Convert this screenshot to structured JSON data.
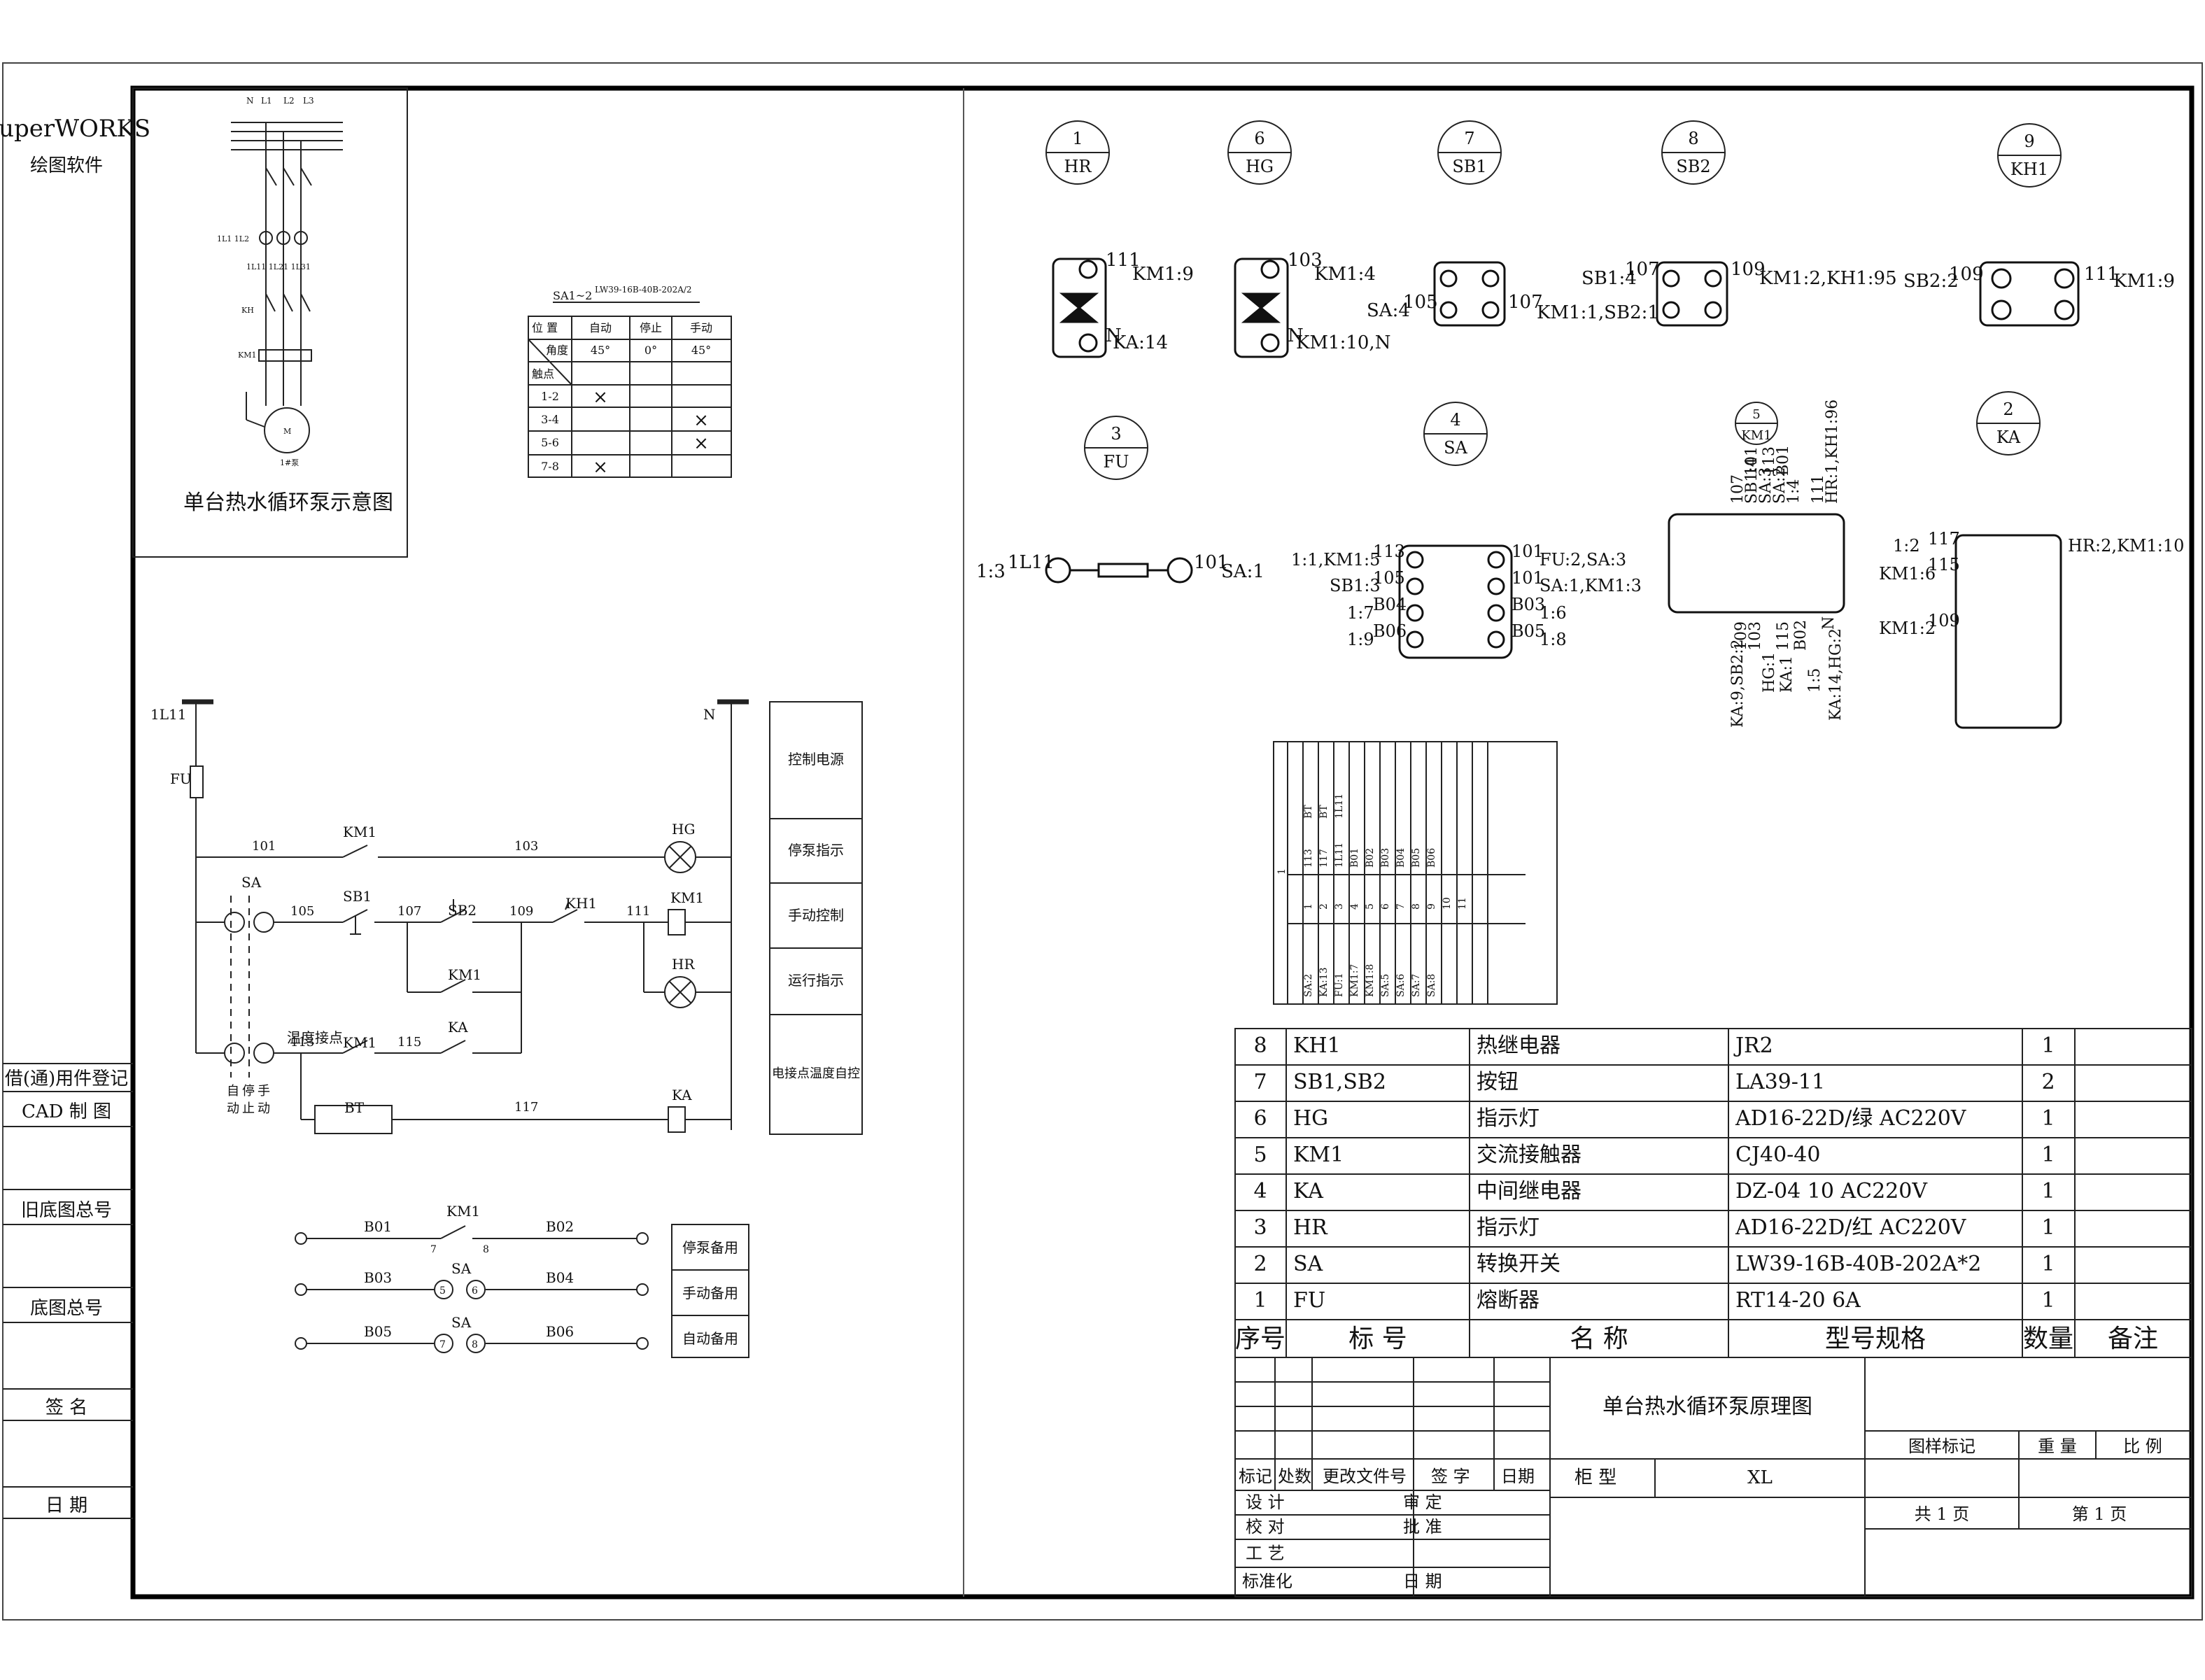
{
  "brand": {
    "name": "SuperWORKS",
    "subtitle": "绘图软件"
  },
  "left_strip": {
    "rows": [
      "借(通)用件登记",
      "CAD 制 图",
      "旧底图总号",
      "底图总号",
      "签 名",
      "日 期"
    ]
  },
  "sketch": {
    "caption": "单台热水循环泵示意图",
    "phases": [
      "N",
      "L1",
      "L2",
      "L3"
    ],
    "labels": {
      "row1": "1L1 1L2",
      "row2": "1L11 1L21 1L31",
      "kh": "KH",
      "km": "KM1",
      "motor": "M",
      "pump": "1#泵"
    }
  },
  "switch_table": {
    "name": "SA1~2",
    "model": "LW39-16B-40B-202A/2",
    "header_position": "位 置",
    "header_angle": "角度",
    "header_contact": "触点",
    "positions": [
      "自动",
      "停止",
      "手动"
    ],
    "angles": [
      "45°",
      "0°",
      "45°"
    ],
    "rows": [
      {
        "label": "1-2",
        "marks": [
          "×",
          "",
          ""
        ]
      },
      {
        "label": "3-4",
        "marks": [
          "",
          "",
          "×"
        ]
      },
      {
        "label": "5-6",
        "marks": [
          "",
          "",
          "×"
        ]
      },
      {
        "label": "7-8",
        "marks": [
          "×",
          "",
          ""
        ]
      }
    ]
  },
  "circuit": {
    "top_left": "1L11",
    "top_right": "N",
    "fuse": "FU",
    "km1": "KM1",
    "sa": "SA",
    "sb1": "SB1",
    "sb2": "SB2",
    "kh1": "KH1",
    "ka": "KA",
    "bt": "BT",
    "hg": "HG",
    "hr": "HR",
    "wire_numbers": [
      "101",
      "103",
      "105",
      "107",
      "109",
      "111",
      "113",
      "115",
      "117"
    ],
    "sa_positions": [
      "自",
      "停",
      "手",
      "动",
      "止",
      "动"
    ],
    "temp_contact": "温度接点",
    "function_boxes": [
      "控制电源",
      "停泵指示",
      "手动控制",
      "运行指示",
      "电接点温度自控"
    ]
  },
  "aux_circuit": {
    "rows": [
      {
        "left": "B01",
        "device": "KM1",
        "contacts": [
          "7",
          "8"
        ],
        "right": "B02",
        "label": "停泵备用"
      },
      {
        "left": "B03",
        "device": "SA",
        "contacts": [
          "5",
          "6"
        ],
        "right": "B04",
        "label": "手动备用"
      },
      {
        "left": "B05",
        "device": "SA",
        "contacts": [
          "7",
          "8"
        ],
        "right": "B06",
        "label": "自动备用"
      }
    ]
  },
  "components": {
    "circles": [
      {
        "num": "1",
        "tag": "HR"
      },
      {
        "num": "6",
        "tag": "HG"
      },
      {
        "num": "7",
        "tag": "SB1"
      },
      {
        "num": "8",
        "tag": "SB2"
      },
      {
        "num": "9",
        "tag": "KH1"
      },
      {
        "num": "3",
        "tag": "FU"
      },
      {
        "num": "4",
        "tag": "SA"
      },
      {
        "num": "5",
        "tag": "KM1"
      },
      {
        "num": "2",
        "tag": "KA"
      }
    ],
    "hr_wiring": {
      "top": "111",
      "top_to": "KM1:9",
      "bottom": "N",
      "bottom_to": "KA:14"
    },
    "hg_wiring": {
      "top": "103",
      "top_to": "KM1:4",
      "bottom": "N",
      "bottom_to": "KM1:10,N"
    },
    "sb1_wiring": {
      "left": "SA:4",
      "left_wire": "105",
      "right_wire": "107",
      "right_to": "KM1:1,SB2:1"
    },
    "sb2_wiring": {
      "left": "SB1:4",
      "left_wire": "107",
      "right_wire": "109",
      "right_to": "KM1:2,KH1:95"
    },
    "kh1_wiring": {
      "left": "SB2:2",
      "left_wire": "109",
      "right_wire": "111",
      "right_to": "KM1:9"
    },
    "fu_wiring": {
      "left": "1:3",
      "left_wire": "1L11",
      "right_wire": "101",
      "right_to": "SA:1"
    },
    "sa_wiring": {
      "left": [
        "1:1,KM1:5",
        "SB1:3",
        "1:7",
        "1:9"
      ],
      "left_wires": [
        "113",
        "105",
        "B04",
        "B06"
      ],
      "right_wires": [
        "101",
        "101",
        "B03",
        "B05"
      ],
      "right": [
        "FU:2,SA:3",
        "SA:1,KM1:3",
        "1:6",
        "1:8"
      ]
    },
    "km1_top": [
      "SB1:4",
      "SA:3",
      "SA:2",
      "1:4",
      "HR:1,KH1:96"
    ],
    "km1_top_wires": [
      "107",
      "101",
      "113",
      "B01",
      "111"
    ],
    "km1_bottom_wires": [
      "109",
      "103",
      "115",
      "B02",
      "N"
    ],
    "km1_bottom": [
      "KA:9,SB2:2",
      "HG:1",
      "KA:1",
      "1:5",
      "KA:14,HG:2"
    ],
    "ka_wiring": {
      "r1": "1:2",
      "r1_wire": "117",
      "r1_right": "HR:2,KM1:10",
      "r2": "KM1:6",
      "r2_wire": "115",
      "r3": "KM1:2",
      "r3_wire": "109"
    }
  },
  "terminal_table": {
    "label": "1",
    "top_row": [
      "BT",
      "BT",
      "1L11"
    ],
    "wires": [
      "113",
      "117",
      "1L11",
      "B01",
      "B02",
      "B03",
      "B04",
      "B05",
      "B06"
    ],
    "numbers": [
      "1",
      "2",
      "3",
      "4",
      "5",
      "6",
      "7",
      "8",
      "9",
      "10",
      "11"
    ],
    "sources": [
      "SA:2",
      "KA:13",
      "FU:1",
      "KM1:7",
      "KM1:8",
      "SA:5",
      "SA:6",
      "SA:7",
      "SA:8"
    ]
  },
  "bom": {
    "headers": [
      "序号",
      "标 号",
      "名 称",
      "型号规格",
      "数量",
      "备注"
    ],
    "rows": [
      {
        "no": "8",
        "tag": "KH1",
        "name": "热继电器",
        "spec": "JR2",
        "qty": "1"
      },
      {
        "no": "7",
        "tag": "SB1,SB2",
        "name": "按钮",
        "spec": "LA39-11",
        "qty": "2"
      },
      {
        "no": "6",
        "tag": "HG",
        "name": "指示灯",
        "spec": "AD16-22D/绿 AC220V",
        "qty": "1"
      },
      {
        "no": "5",
        "tag": "KM1",
        "name": "交流接触器",
        "spec": "CJ40-40",
        "qty": "1"
      },
      {
        "no": "4",
        "tag": "KA",
        "name": "中间继电器",
        "spec": "DZ-04 10 AC220V",
        "qty": "1"
      },
      {
        "no": "3",
        "tag": "HR",
        "name": "指示灯",
        "spec": "AD16-22D/红 AC220V",
        "qty": "1"
      },
      {
        "no": "2",
        "tag": "SA",
        "name": "转换开关",
        "spec": "LW39-16B-40B-202A*2",
        "qty": "1"
      },
      {
        "no": "1",
        "tag": "FU",
        "name": "熔断器",
        "spec": "RT14-20 6A",
        "qty": "1"
      }
    ]
  },
  "title_block": {
    "title": "单台热水循环泵原理图",
    "cabinet_label": "柜 型",
    "cabinet_value": "XL",
    "rev_headers": [
      "标记",
      "处数",
      "更改文件号",
      "签 字",
      "日期"
    ],
    "roles_left": [
      "设 计",
      "校 对",
      "工 艺",
      "标准化"
    ],
    "roles_right": [
      "审 定",
      "批 准",
      "日 期"
    ],
    "meta_headers": [
      "图样标记",
      "重 量",
      "比 例"
    ],
    "sheet_total": "共 1 页",
    "sheet_no": "第 1 页"
  }
}
